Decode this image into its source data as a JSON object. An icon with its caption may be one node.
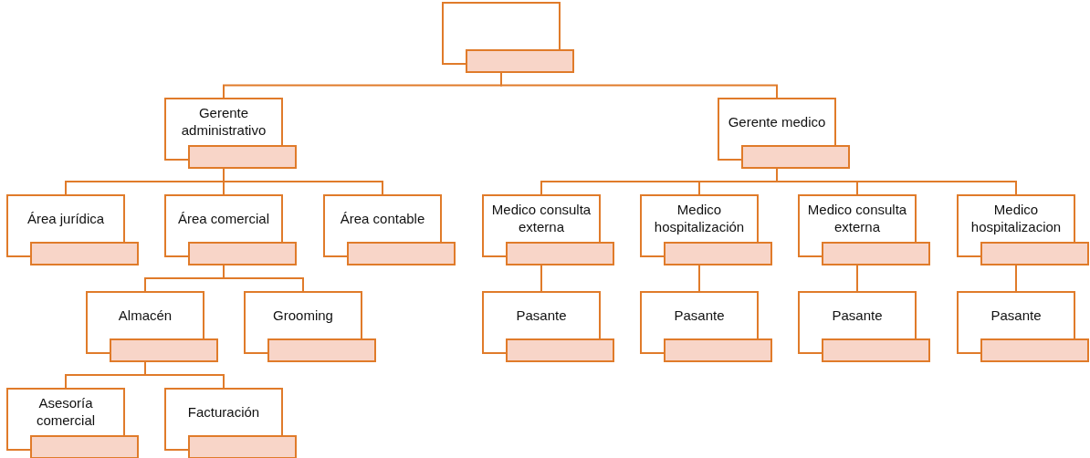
{
  "diagram": {
    "nodes": [
      {
        "text": [],
        "shape": "box"
      },
      {
        "text": [
          "Gerente administrativo"
        ]
      },
      {
        "text": [
          "Gerente medico"
        ]
      },
      {
        "text": [
          "Área jurídica"
        ]
      },
      {
        "text": [
          "Área comercial"
        ]
      },
      {
        "text": [
          "Área contable"
        ]
      },
      {
        "text": [
          "Medico consulta externa"
        ]
      },
      {
        "text": [
          "Medico hospitalización"
        ]
      },
      {
        "text": [
          "Medico consulta externa"
        ]
      },
      {
        "text": [
          "Medico hospitalizacion"
        ]
      },
      {
        "text": [
          "Almacén"
        ]
      },
      {
        "text": [
          "Grooming"
        ]
      },
      {
        "text": [
          "Pasante"
        ]
      },
      {
        "text": [
          "Pasante"
        ]
      },
      {
        "text": [
          "Pasante"
        ]
      },
      {
        "text": [
          "Pasante"
        ]
      },
      {
        "text": [
          "Asesoría comercial"
        ]
      },
      {
        "text": [
          "Facturación"
        ]
      }
    ],
    "edges": [
      {
        "from": 0,
        "to": 1,
        "arrow": "none"
      },
      {
        "from": 0,
        "to": 2,
        "arrow": "none"
      },
      {
        "from": 1,
        "to": 3,
        "arrow": "none"
      },
      {
        "from": 1,
        "to": 4,
        "arrow": "none"
      },
      {
        "from": 1,
        "to": 5,
        "arrow": "none"
      },
      {
        "from": 2,
        "to": 6,
        "arrow": "none"
      },
      {
        "from": 2,
        "to": 7,
        "arrow": "none"
      },
      {
        "from": 2,
        "to": 8,
        "arrow": "none"
      },
      {
        "from": 2,
        "to": 9,
        "arrow": "none"
      },
      {
        "from": 4,
        "to": 10,
        "arrow": "none"
      },
      {
        "from": 4,
        "to": 11,
        "arrow": "none"
      },
      {
        "from": 6,
        "to": 12,
        "arrow": "none"
      },
      {
        "from": 7,
        "to": 13,
        "arrow": "none"
      },
      {
        "from": 8,
        "to": 14,
        "arrow": "none"
      },
      {
        "from": 9,
        "to": 15,
        "arrow": "none"
      },
      {
        "from": 10,
        "to": 16,
        "arrow": "none"
      },
      {
        "from": 10,
        "to": 17,
        "arrow": "none"
      }
    ]
  }
}
